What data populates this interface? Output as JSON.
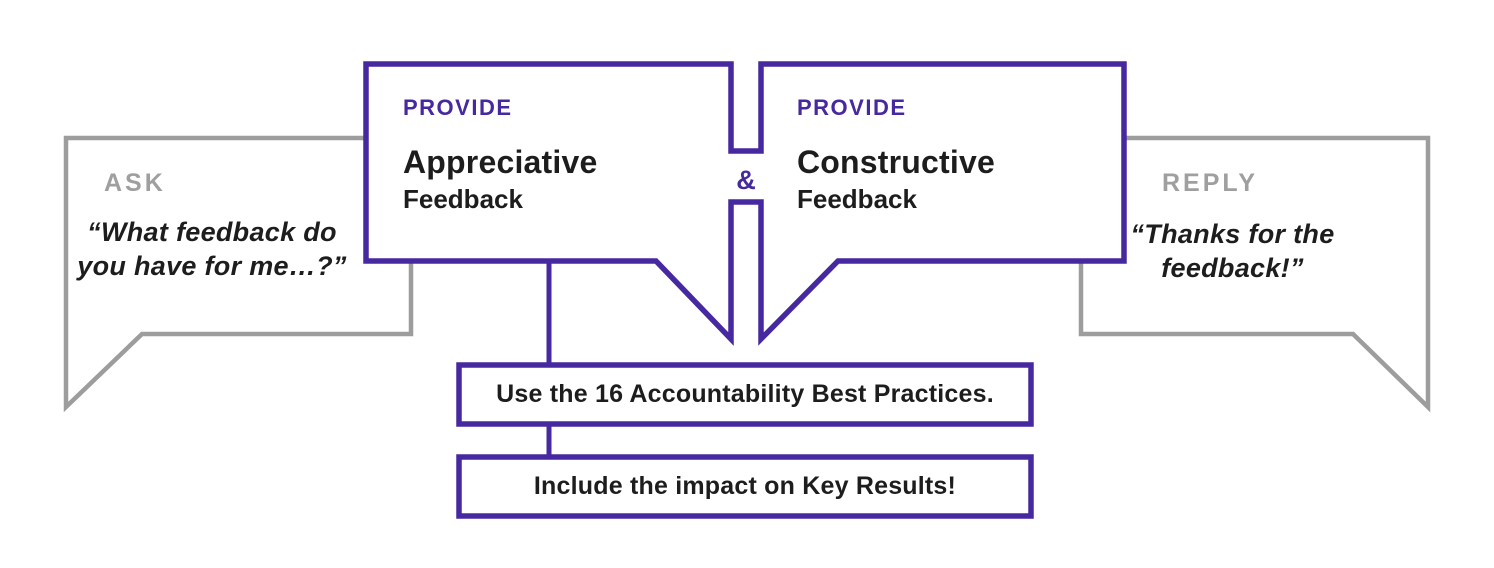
{
  "colors": {
    "purple": "#4628A0",
    "gray_border": "#9D9D9D",
    "gray_label": "#9F9F9F",
    "text_dark": "#1D1D1D",
    "white": "#FFFFFF"
  },
  "ask_bubble": {
    "label": "ASK",
    "quote_lines": [
      "“What feedback do",
      "you have for me…?”"
    ]
  },
  "provide_appreciative": {
    "label": "PROVIDE",
    "title": "Appreciative",
    "subtitle": "Feedback"
  },
  "ampersand": "&",
  "provide_constructive": {
    "label": "PROVIDE",
    "title": "Constructive",
    "subtitle": "Feedback"
  },
  "reply_bubble": {
    "label": "REPLY",
    "quote_lines": [
      "“Thanks for the",
      "feedback!”"
    ]
  },
  "callout_boxes": [
    {
      "text": "Use the 16 Accountability Best Practices."
    },
    {
      "text": "Include the impact on Key Results!"
    }
  ]
}
